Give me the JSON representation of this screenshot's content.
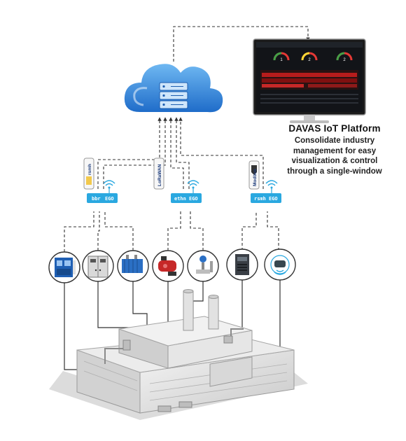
{
  "platform": {
    "title": "DAVAS IoT Platform",
    "description_lines": [
      "Consolidate industry",
      "management for easy",
      "visualization & control",
      "through a single-window"
    ]
  },
  "gateways": [
    {
      "label_left": "bbr",
      "label_right": "EGO",
      "brand": "rsmh"
    },
    {
      "label_left": "ethn",
      "label_right": "EGO",
      "brand": "LoRaWAN"
    },
    {
      "label_left": "rsmh",
      "label_right": "EGO",
      "brand": "Modbus"
    }
  ],
  "devices": [
    {
      "icon": "electrical-panel-icon"
    },
    {
      "icon": "control-cabinet-icon"
    },
    {
      "icon": "transformer-icon"
    },
    {
      "icon": "boiler-icon"
    },
    {
      "icon": "flow-meter-icon"
    },
    {
      "icon": "inverter-icon"
    },
    {
      "icon": "wireless-sensor-icon"
    }
  ],
  "dashboard": {
    "gauges": [
      "1",
      "2",
      "2"
    ]
  },
  "colors": {
    "cloud": "#2f7fd6",
    "gateway": "#2aa8e0",
    "accent": "#e53935",
    "line": "#333333"
  }
}
